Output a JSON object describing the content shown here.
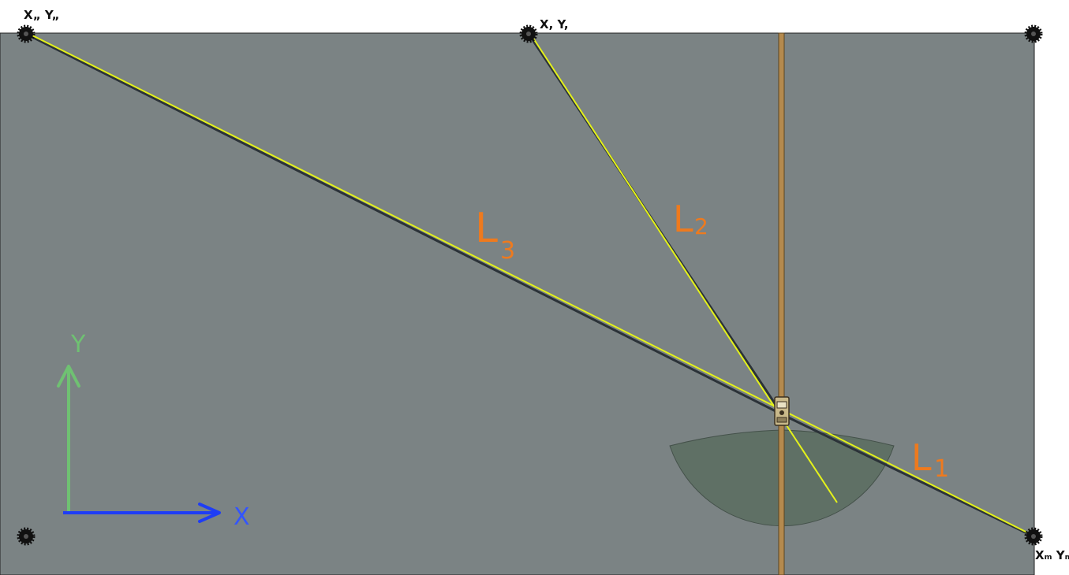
{
  "anchors": {
    "a2": {
      "label": "X„ Y„"
    },
    "a1": {
      "label": "X, Y,"
    },
    "a3": {
      "label": "Xₘ Yₘ"
    },
    "top_right": {
      "label": ""
    },
    "bottom_left": {
      "label": ""
    }
  },
  "lines": {
    "L1": {
      "label": "L",
      "sub": "1"
    },
    "L2": {
      "label": "L",
      "sub": "2"
    },
    "L3": {
      "label": "L",
      "sub": "3"
    }
  },
  "axes": {
    "x_label": "X",
    "y_label": "Y"
  },
  "colors": {
    "field": "#7b8384",
    "line": "#e4f21a",
    "line_shadow": "#2b3238",
    "label": "#ee7a1e",
    "rod": "#b48a4e",
    "sector": "#5a6d5f",
    "x_axis": "#1f3df5",
    "y_axis": "#6fc172",
    "anchor": "#111111"
  },
  "icons": {
    "anchor": "gear-anchor-icon",
    "robot": "robot-icon"
  }
}
